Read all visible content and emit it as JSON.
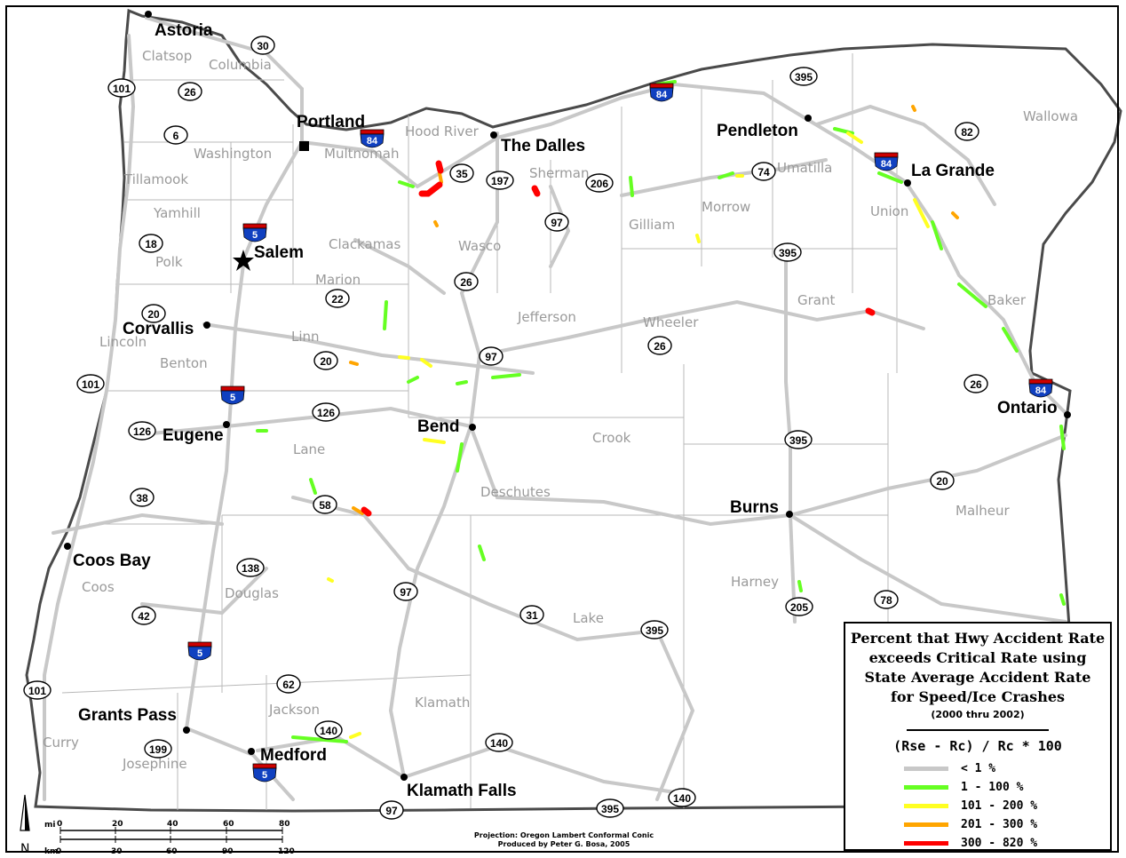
{
  "counties": [
    "Clatsop",
    "Columbia",
    "Washington",
    "Tillamook",
    "Yamhill",
    "Multnomah",
    "Hood River",
    "Sherman",
    "Clackamas",
    "Wasco",
    "Polk",
    "Marion",
    "Lincoln",
    "Benton",
    "Linn",
    "Jefferson",
    "Wheeler",
    "Gilliam",
    "Morrow",
    "Umatilla",
    "Union",
    "Wallowa",
    "Grant",
    "Baker",
    "Crook",
    "Lane",
    "Deschutes",
    "Malheur",
    "Harney",
    "Coos",
    "Douglas",
    "Lake",
    "Jackson",
    "Klamath",
    "Curry",
    "Josephine"
  ],
  "cities": [
    "Astoria",
    "Portland",
    "The Dalles",
    "Pendleton",
    "La Grande",
    "Salem",
    "Corvallis",
    "Eugene",
    "Bend",
    "Ontario",
    "Burns",
    "Coos Bay",
    "Grants Pass",
    "Medford",
    "Klamath Falls"
  ],
  "us_shields": [
    "30",
    "101",
    "26",
    "6",
    "18",
    "20",
    "101",
    "126",
    "38",
    "42",
    "101",
    "199",
    "62",
    "140",
    "22",
    "20",
    "126",
    "58",
    "138",
    "35",
    "197",
    "206",
    "97",
    "26",
    "97",
    "74",
    "395",
    "82",
    "395",
    "26",
    "395",
    "26",
    "20",
    "205",
    "78",
    "395",
    "31",
    "97",
    "140",
    "140",
    "97",
    "395"
  ],
  "interstate_shields": [
    "84",
    "84",
    "84",
    "84",
    "5",
    "5",
    "5",
    "5"
  ],
  "legend": {
    "title_lines": [
      "Percent that Hwy Accident Rate",
      "exceeds Critical Rate using",
      "State Average Accident Rate",
      "for Speed/Ice Crashes"
    ],
    "years": "(2000 thru 2002)",
    "formula": "(Rse - Rc) / Rc * 100",
    "items": [
      {
        "label": "< 1 %",
        "color": "#c8c8c8"
      },
      {
        "label": "1 - 100 %",
        "color": "#66ff22"
      },
      {
        "label": "101 - 200 %",
        "color": "#ffff22"
      },
      {
        "label": "201 - 300 %",
        "color": "#ffa500"
      },
      {
        "label": "300 - 820 %",
        "color": "#ff0000"
      }
    ]
  },
  "credit": {
    "projection": "Projection: Oregon Lambert Conformal Conic",
    "author": "Produced by Peter G. Bosa, 2005"
  },
  "scale": {
    "mi_label": "mi",
    "km_label": "km",
    "mi_ticks": [
      "0",
      "20",
      "40",
      "60",
      "80"
    ],
    "km_ticks": [
      "0",
      "30",
      "60",
      "90",
      "120"
    ],
    "north": "N"
  }
}
